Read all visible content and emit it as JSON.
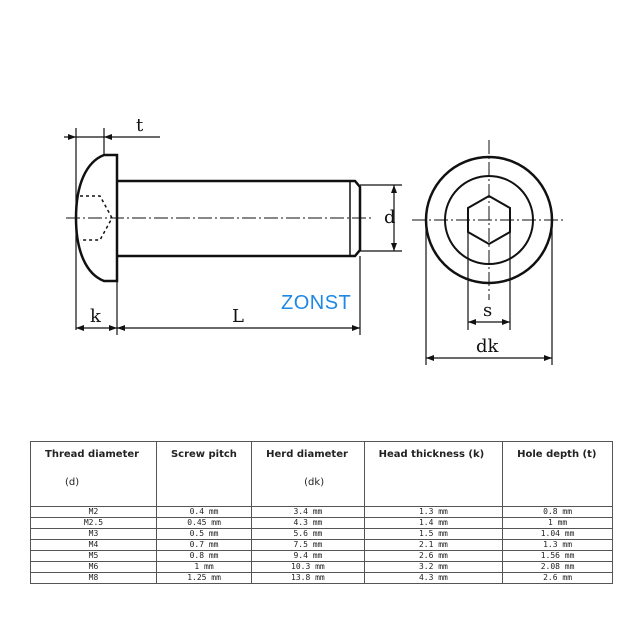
{
  "drawing": {
    "labels": {
      "t": "t",
      "d": "d",
      "k": "k",
      "L": "L",
      "s": "s",
      "dk": "dk"
    },
    "watermark": "ZONST"
  },
  "table": {
    "headers": [
      {
        "title": "Thread diameter",
        "symbol": "(d)"
      },
      {
        "title": "Screw pitch",
        "symbol": ""
      },
      {
        "title": "Herd diameter",
        "symbol": "(dk)"
      },
      {
        "title": "Head thickness (k)",
        "symbol": ""
      },
      {
        "title": "Hole depth (t)",
        "symbol": ""
      }
    ],
    "rows": [
      [
        "M2",
        "0.4 mm",
        "3.4 mm",
        "1.3 mm",
        "0.8 mm"
      ],
      [
        "M2.5",
        "0.45 mm",
        "4.3 mm",
        "1.4 mm",
        "1 mm"
      ],
      [
        "M3",
        "0.5 mm",
        "5.6 mm",
        "1.5 mm",
        "1.04 mm"
      ],
      [
        "M4",
        "0.7 mm",
        "7.5  mm",
        "2.1 mm",
        "1.3 mm"
      ],
      [
        "M5",
        "0.8 mm",
        "9.4 mm",
        "2.6 mm",
        "1.56 mm"
      ],
      [
        "M6",
        "1 mm",
        "10.3 mm",
        "3.2 mm",
        "2.08 mm"
      ],
      [
        "M8",
        "1.25 mm",
        "13.8 mm",
        "4.3 mm",
        "2.6 mm"
      ]
    ]
  }
}
